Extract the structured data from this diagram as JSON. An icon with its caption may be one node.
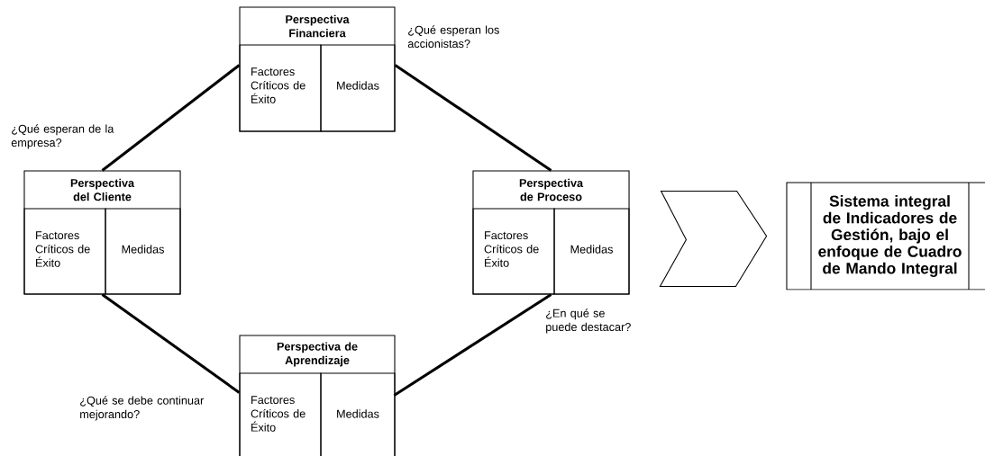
{
  "diagram": {
    "nodes": [
      {
        "text": [
          "Perspectiva Financiera"
        ],
        "beside": [
          "¿Qué esperan los accionistas?"
        ]
      },
      {
        "text": [
          "Factores Críticos de Éxito"
        ],
        "in": 0
      },
      {
        "text": [
          "Medidas"
        ],
        "in": 0
      },
      {
        "text": [
          "Perspectiva del Cliente"
        ],
        "beside": [
          "¿Qué esperan de la empresa?"
        ]
      },
      {
        "text": [
          "Factores Críticos de Éxito"
        ],
        "in": 3
      },
      {
        "text": [
          "Medidas"
        ],
        "in": 3
      },
      {
        "text": [
          "Perspectiva de Proceso"
        ],
        "beside": [
          "¿En qué se puede destacar?"
        ]
      },
      {
        "text": [
          "Factores Críticos de Éxito"
        ],
        "in": 6
      },
      {
        "text": [
          "Medidas"
        ],
        "in": 6
      },
      {
        "text": [
          "Perspectiva de Aprendizaje"
        ],
        "beside": [
          "¿Qué se debe continuar mejorando?"
        ]
      },
      {
        "text": [
          "Factores Críticos de Éxito"
        ],
        "in": 9
      },
      {
        "text": [
          "Medidas"
        ],
        "in": 9
      },
      {
        "text": [
          "Sistema integral de Indicadores de Gestión, bajo el enfoque de Cuadro de Mando Integral"
        ]
      }
    ],
    "edges": [
      {
        "from": 0,
        "to": 3,
        "arrow": "none"
      },
      {
        "from": 0,
        "to": 6,
        "arrow": "none"
      },
      {
        "from": 3,
        "to": 9,
        "arrow": "none"
      },
      {
        "from": 6,
        "to": 9,
        "arrow": "none"
      },
      {
        "from": 6,
        "to": 12,
        "arrow": "to"
      }
    ]
  }
}
